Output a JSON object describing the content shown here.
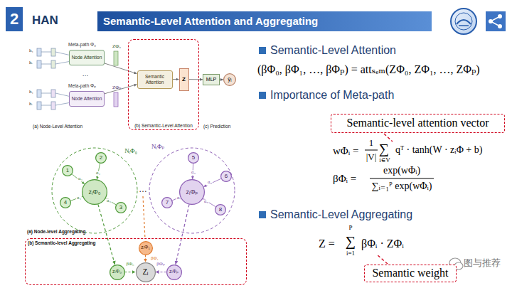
{
  "diagram": {
    "nodes": [
      {
        "text": [
          "2"
        ]
      },
      {
        "text": [
          "Semantic-Level Attention and Aggregating"
        ]
      },
      {
        "text": [
          "Semantic-level attention vector"
        ]
      },
      {
        "text": [
          "Semantic weight"
        ]
      },
      {
        "text": [
          "(b) Semantic-Level Attention"
        ]
      },
      {
        "text": [
          "Node Attention"
        ]
      },
      {
        "text": [
          "Node Attention"
        ]
      },
      {
        "text": [
          "Semantic Attention"
        ],
        "in": 4
      },
      {
        "text": [
          "Z"
        ],
        "in": 4
      },
      {
        "text": [
          "MLP"
        ]
      },
      {
        "text": [
          "ỹᵢ"
        ]
      },
      {
        "text": [
          "(b) Semantic-level Aggregating"
        ]
      },
      {
        "text": [
          "zᵢΦ₀"
        ]
      },
      {
        "text": [
          "1"
        ]
      },
      {
        "text": [
          "2"
        ]
      },
      {
        "text": [
          "3"
        ]
      },
      {
        "text": [
          "4"
        ]
      },
      {
        "text": [
          "zᵢΦₚ"
        ]
      },
      {
        "text": [
          "5"
        ]
      },
      {
        "text": [
          "6"
        ]
      },
      {
        "text": [
          "7"
        ]
      },
      {
        "text": [
          "8"
        ]
      },
      {
        "text": [
          "zᵢΦ₁"
        ],
        "in": 11
      },
      {
        "text": [
          "zᵢΦ₀"
        ],
        "in": 11
      },
      {
        "text": [
          "Zᵢ"
        ],
        "in": 11
      },
      {
        "text": [
          "zᵢΦₚ"
        ],
        "in": 11
      }
    ],
    "edges": [
      {
        "from": 5,
        "to": 7,
        "arrow": "to"
      },
      {
        "from": 6,
        "to": 7,
        "arrow": "to"
      },
      {
        "from": 7,
        "to": 8,
        "arrow": "to"
      },
      {
        "from": 8,
        "to": 9,
        "arrow": "to"
      },
      {
        "from": 9,
        "to": 10,
        "arrow": "to"
      },
      {
        "from": 13,
        "to": 12,
        "arrow": "to"
      },
      {
        "from": 14,
        "to": 12,
        "arrow": "to"
      },
      {
        "from": 15,
        "to": 12,
        "arrow": "to"
      },
      {
        "from": 16,
        "to": 12,
        "arrow": "to"
      },
      {
        "from": 18,
        "to": 17,
        "arrow": "to"
      },
      {
        "from": 19,
        "to": 17,
        "arrow": "to"
      },
      {
        "from": 20,
        "to": 17,
        "arrow": "to"
      },
      {
        "from": 21,
        "to": 17,
        "arrow": "to"
      },
      {
        "from": 12,
        "to": 23,
        "arrow": "to"
      },
      {
        "from": 17,
        "to": 25,
        "arrow": "to"
      },
      {
        "from": 23,
        "to": 24,
        "arrow": "to",
        "label": "βΦ₀"
      },
      {
        "from": 22,
        "to": 24,
        "arrow": "to",
        "label": "βΦ₁"
      },
      {
        "from": 25,
        "to": 24,
        "arrow": "to",
        "label": "βΦₚ"
      }
    ],
    "labels": [
      "HAN",
      "Semantic-Level Attention",
      "(βΦ₀, βΦ₁, …, βΦₚ) = attₛₑₘ(ZΦ₀, ZΦ₁, …, ZΦₚ)",
      "Importance of Meta-path",
      "wΦᵢ =",
      "1",
      "|V|",
      "∑",
      "i∈V",
      "qᵀ · tanh(W · zᵢΦ + b)",
      "βΦᵢ =",
      "exp(wΦᵢ)",
      "∑ᵢ₌₁ᴾ exp(wΦᵢ)",
      "Semantic-Level Aggregating",
      "Z =",
      "P",
      "∑",
      "i=1",
      "βΦᵢ · ZΦᵢ",
      "图与推荐",
      "Meta-path Φ₀",
      "Meta-path Φₚ",
      "ZΦ₀",
      "ZΦₚ",
      "h₁",
      "hᵢ",
      "h₁",
      "hᵢ",
      "(a) Node-Level Attention",
      "(c) Prediction",
      "NᵢΦ₀",
      "NᵢΦₚ",
      "…",
      "(a) Node-level Aggregating",
      "αᵢ₁",
      "αᵢ₂",
      "αᵢ₃",
      "αᵢ₄",
      "αᵢ₅",
      "αᵢ₆",
      "αᵢ₇",
      "αᵢ₈",
      "…"
    ]
  }
}
